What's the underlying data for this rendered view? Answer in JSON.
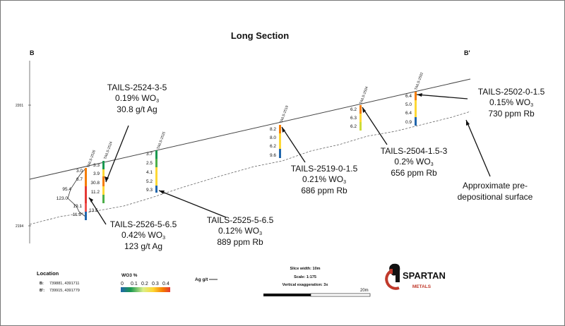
{
  "title": "Long Section",
  "section_ends": {
    "left": "B",
    "right": "B'"
  },
  "elevations": {
    "upper": "2201",
    "lower": "2194"
  },
  "holes": [
    {
      "id": "TAILS-2526",
      "values": [
        "3.0",
        "6.7",
        "95.4",
        "123.0",
        "19.1",
        "13.5",
        "11.9"
      ]
    },
    {
      "id": "TAILS-2524",
      "values": [
        "3.3",
        "3.9",
        "30.8",
        "11.2"
      ]
    },
    {
      "id": "TAILS-2525",
      "values": [
        "3.7",
        "2.5",
        "4.1",
        "5.2",
        "9.3"
      ]
    },
    {
      "id": "TAILS-2519",
      "values": [
        "8.2",
        "8.0",
        "6.2",
        "9.6"
      ]
    },
    {
      "id": "TAILS-2504",
      "values": [
        "6.2",
        "6.3",
        "6.2"
      ]
    },
    {
      "id": "TAILS-2502",
      "values": [
        "6.4",
        "5.0",
        "6.4",
        "0.9"
      ]
    }
  ],
  "callouts": [
    {
      "line1": "TAILS-2524-3-5",
      "grade": "0.19% W",
      "grade_unit": "O",
      "line3": "30.8 g/t Ag"
    },
    {
      "line1": "TAILS-2526-5-6.5",
      "grade": "0.42% W",
      "grade_unit": "O",
      "line3": "123 g/t Ag"
    },
    {
      "line1": "TAILS-2525-5-6.5",
      "grade": "0.12% W",
      "grade_unit": "O",
      "line3": "889 ppm Rb"
    },
    {
      "line1": "TAILS-2519-0-1.5",
      "grade": "0.21% W",
      "grade_unit": "O",
      "line3": "686 ppm Rb"
    },
    {
      "line1": "TAILS-2504-1.5-3",
      "grade": "0.2% W",
      "grade_unit": "O",
      "line3": "656 ppm Rb"
    },
    {
      "line1": "TAILS-2502-0-1.5",
      "grade": "0.15% W",
      "grade_unit": "O",
      "line3": "730 ppm Rb"
    }
  ],
  "subscript": "3",
  "surface_note": {
    "line1": "Approximate pre-",
    "line2": "depositional surface"
  },
  "legend": {
    "location_title": "Location",
    "location_b_key": "B:",
    "location_b_val": "739881, 4391711",
    "location_b2_key": "B':",
    "location_b2_val": "739915, 4391779",
    "wo3_title": "WO3 %",
    "wo3_ticks": [
      "0",
      "0.1",
      "0.2",
      "0.3",
      "0.4"
    ],
    "ag_title": "Ag g/t",
    "slice_width": "Slice width: 10m",
    "scale": "Scale: 1:175",
    "vertical_exaggeration": "Vertical exaggeration: 3x",
    "scalebar_label": "20m"
  },
  "logo": {
    "name": "SPARTAN",
    "sub": "METALS"
  },
  "colors": {
    "accent": "#c0392b",
    "bar_blue": "#2166ac",
    "bar_green": "#4daf4a",
    "bar_yellow": "#fdd835",
    "bar_orange": "#f57c00",
    "bar_red": "#e53935"
  }
}
